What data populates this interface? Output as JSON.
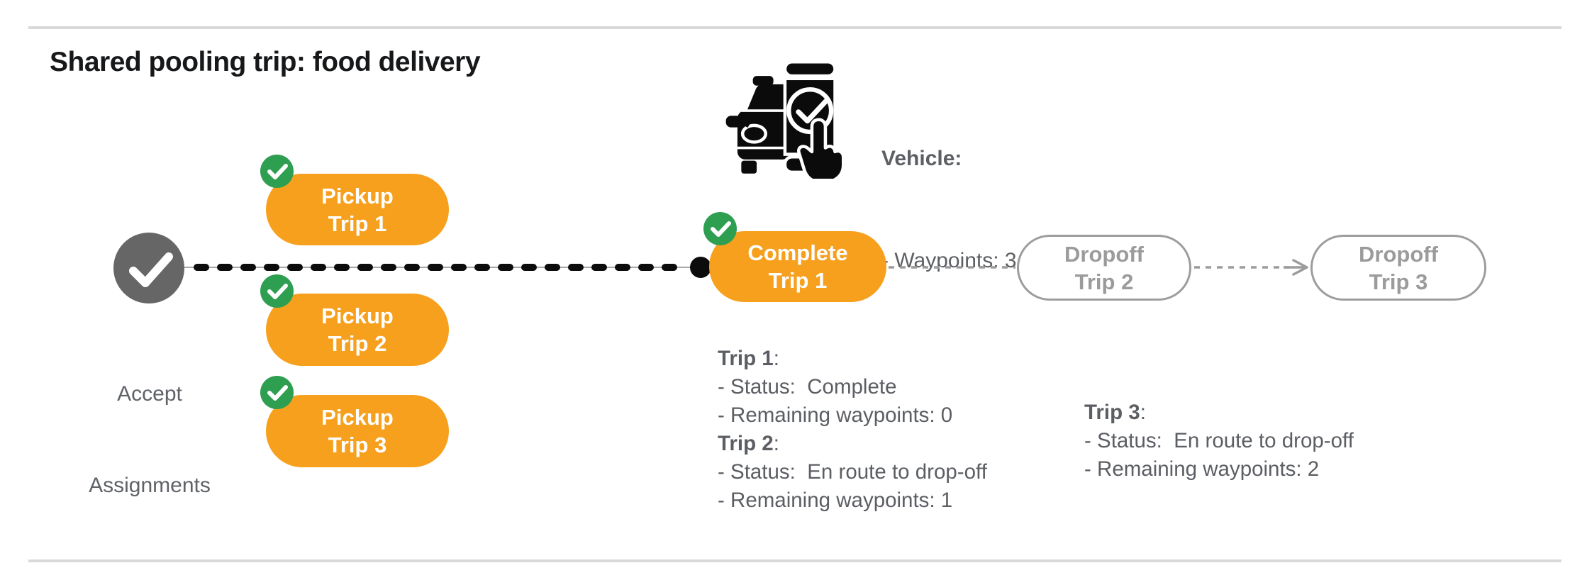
{
  "title": "Shared pooling trip: food delivery",
  "colors": {
    "accent_orange": "#F6A01E",
    "status_green": "#2E9E51",
    "node_gray": "#666666",
    "text_gray": "#5B5E63",
    "ghost_gray": "#9B9B9B",
    "rule_gray": "#D9D9D9",
    "connector_black": "#0C0C0C"
  },
  "vehicle_panel": {
    "icon": "car-phone-check-icon",
    "label": "Vehicle:",
    "waypoints_line": "- Waypoints: 3"
  },
  "flow": {
    "start": {
      "icon": "check-icon",
      "label_line1": "Accept",
      "label_line2": "Assignments"
    },
    "pickup1": {
      "line1": "Pickup",
      "line2": "Trip 1"
    },
    "pickup2": {
      "line1": "Pickup",
      "line2": "Trip 2"
    },
    "pickup3": {
      "line1": "Pickup",
      "line2": "Trip 3"
    },
    "complete1": {
      "line1": "Complete",
      "line2": "Trip 1"
    },
    "dropoff2": {
      "line1": "Dropoff",
      "line2": "Trip 2"
    },
    "dropoff3": {
      "line1": "Dropoff",
      "line2": "Trip 3"
    }
  },
  "status_blocks": [
    {
      "lines": [
        {
          "bold": "Trip 1",
          "text": ":"
        },
        {
          "bold": "",
          "text": "- Status:  Complete"
        },
        {
          "bold": "",
          "text": "- Remaining waypoints: 0"
        },
        {
          "bold": "Trip 2",
          "text": ":"
        },
        {
          "bold": "",
          "text": "- Status:  En route to drop-off"
        },
        {
          "bold": "",
          "text": "- Remaining waypoints: 1"
        }
      ]
    },
    {
      "lines": [
        {
          "bold": "Trip 3",
          "text": ":"
        },
        {
          "bold": "",
          "text": "- Status:  En route to drop-off"
        },
        {
          "bold": "",
          "text": "- Remaining waypoints: 2"
        }
      ]
    }
  ]
}
